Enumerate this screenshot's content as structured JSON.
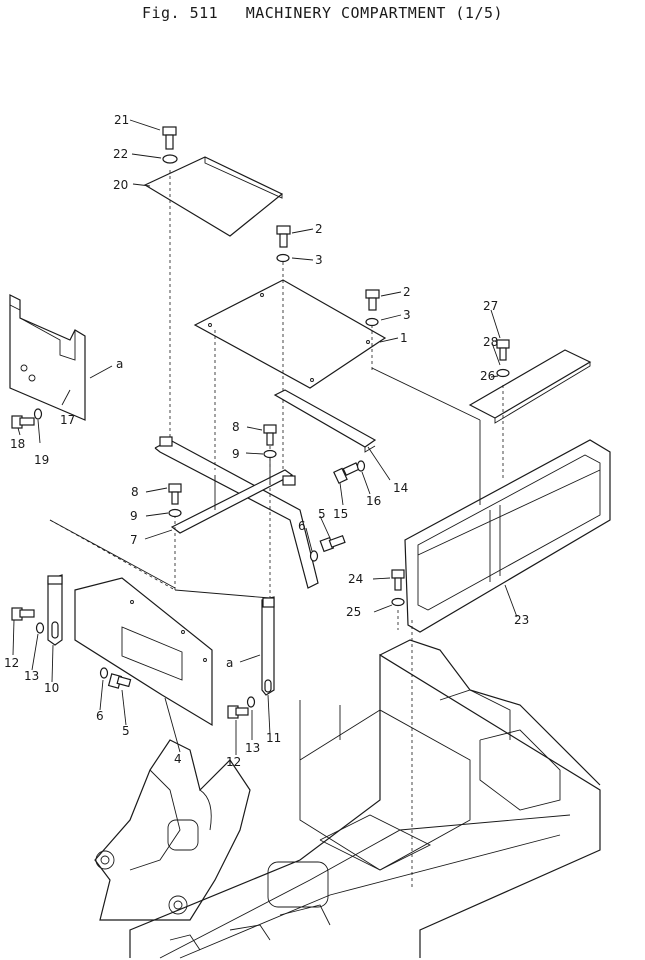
{
  "figure": {
    "number": "Fig. 511",
    "title": "MACHINERY COMPARTMENT (1/5)"
  },
  "callouts": [
    {
      "id": "c21",
      "label": "21"
    },
    {
      "id": "c22",
      "label": "22"
    },
    {
      "id": "c20",
      "label": "20"
    },
    {
      "id": "c2a",
      "label": "2"
    },
    {
      "id": "c3a",
      "label": "3"
    },
    {
      "id": "c2b",
      "label": "2"
    },
    {
      "id": "c3b",
      "label": "3"
    },
    {
      "id": "c1",
      "label": "1"
    },
    {
      "id": "c27",
      "label": "27"
    },
    {
      "id": "c28",
      "label": "28"
    },
    {
      "id": "c26",
      "label": "26"
    },
    {
      "id": "ca1",
      "label": "a"
    },
    {
      "id": "c18",
      "label": "18"
    },
    {
      "id": "c19",
      "label": "19"
    },
    {
      "id": "c17",
      "label": "17"
    },
    {
      "id": "c8a",
      "label": "8"
    },
    {
      "id": "c9a",
      "label": "9"
    },
    {
      "id": "c14",
      "label": "14"
    },
    {
      "id": "c15",
      "label": "15"
    },
    {
      "id": "c16",
      "label": "16"
    },
    {
      "id": "c8b",
      "label": "8"
    },
    {
      "id": "c9b",
      "label": "9"
    },
    {
      "id": "c7",
      "label": "7"
    },
    {
      "id": "c6a",
      "label": "6"
    },
    {
      "id": "c5a",
      "label": "5"
    },
    {
      "id": "c24",
      "label": "24"
    },
    {
      "id": "c25",
      "label": "25"
    },
    {
      "id": "c23",
      "label": "23"
    },
    {
      "id": "c12a",
      "label": "12"
    },
    {
      "id": "c13a",
      "label": "13"
    },
    {
      "id": "c10",
      "label": "10"
    },
    {
      "id": "ca2",
      "label": "a"
    },
    {
      "id": "c6b",
      "label": "6"
    },
    {
      "id": "c5b",
      "label": "5"
    },
    {
      "id": "c4",
      "label": "4"
    },
    {
      "id": "c12b",
      "label": "12"
    },
    {
      "id": "c13b",
      "label": "13"
    },
    {
      "id": "c11",
      "label": "11"
    }
  ]
}
